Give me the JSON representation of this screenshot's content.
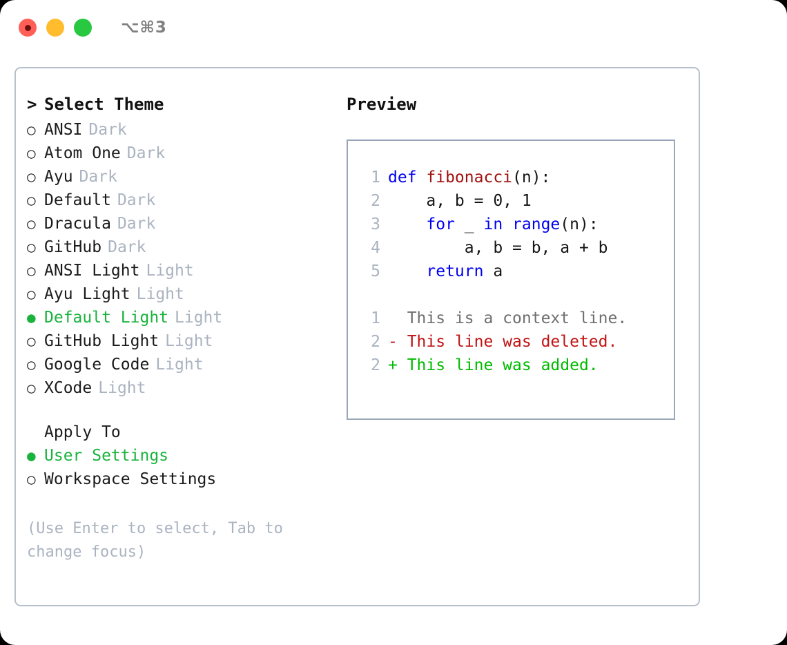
{
  "window": {
    "title": "⌥⌘3",
    "controls": [
      {
        "name": "close",
        "color": "#ff5f57"
      },
      {
        "name": "minimize",
        "color": "#ffbd2e"
      },
      {
        "name": "maximize",
        "color": "#28c840"
      }
    ]
  },
  "theme_picker": {
    "caret": ">",
    "heading": "Select Theme",
    "bullet_selected": "●",
    "bullet_unselected": "○",
    "items": [
      {
        "label": "ANSI",
        "tag": "Dark",
        "selected": false
      },
      {
        "label": "Atom One",
        "tag": "Dark",
        "selected": false
      },
      {
        "label": "Ayu",
        "tag": "Dark",
        "selected": false
      },
      {
        "label": "Default",
        "tag": "Dark",
        "selected": false
      },
      {
        "label": "Dracula",
        "tag": "Dark",
        "selected": false
      },
      {
        "label": "GitHub",
        "tag": "Dark",
        "selected": false
      },
      {
        "label": "ANSI Light",
        "tag": "Light",
        "selected": false
      },
      {
        "label": "Ayu Light",
        "tag": "Light",
        "selected": false
      },
      {
        "label": "Default Light",
        "tag": "Light",
        "selected": true
      },
      {
        "label": "GitHub Light",
        "tag": "Light",
        "selected": false
      },
      {
        "label": "Google Code",
        "tag": "Light",
        "selected": false
      },
      {
        "label": "XCode",
        "tag": "Light",
        "selected": false
      }
    ]
  },
  "apply_to": {
    "heading": "Apply To",
    "items": [
      {
        "label": "User Settings",
        "selected": true
      },
      {
        "label": "Workspace Settings",
        "selected": false
      }
    ]
  },
  "hint": "(Use Enter to select, Tab to change focus)",
  "preview": {
    "title": "Preview",
    "code_lines": [
      {
        "no": "1",
        "tokens": [
          {
            "t": "def ",
            "c": "kw"
          },
          {
            "t": "fibonacci",
            "c": "fn"
          },
          {
            "t": "(n):",
            "c": "plain"
          }
        ]
      },
      {
        "no": "2",
        "tokens": [
          {
            "t": "    a, b = 0, 1",
            "c": "plain"
          }
        ]
      },
      {
        "no": "3",
        "tokens": [
          {
            "t": "    ",
            "c": "plain"
          },
          {
            "t": "for",
            "c": "kw"
          },
          {
            "t": " _ ",
            "c": "plain"
          },
          {
            "t": "in",
            "c": "kw"
          },
          {
            "t": " ",
            "c": "plain"
          },
          {
            "t": "range",
            "c": "kw"
          },
          {
            "t": "(n):",
            "c": "plain"
          }
        ]
      },
      {
        "no": "4",
        "tokens": [
          {
            "t": "        a, b = b, a + b",
            "c": "plain"
          }
        ]
      },
      {
        "no": "5",
        "tokens": [
          {
            "t": "    ",
            "c": "plain"
          },
          {
            "t": "return",
            "c": "kw"
          },
          {
            "t": " a",
            "c": "plain"
          }
        ]
      }
    ],
    "diff_lines": [
      {
        "no": "1",
        "prefix": "  ",
        "text": "This is a context line.",
        "kind": "ctx"
      },
      {
        "no": "2",
        "prefix": "- ",
        "text": "This line was deleted.",
        "kind": "del"
      },
      {
        "no": "2",
        "prefix": "+ ",
        "text": "This line was added.",
        "kind": "add"
      }
    ]
  },
  "colors": {
    "accent_green": "#19b33d",
    "keyword_blue": "#0000ee",
    "function_red": "#a01010",
    "diff_delete": "#c01414",
    "diff_add": "#00bb00",
    "muted": "#aab3c0",
    "border": "#b6bfcc",
    "panel_border": "#9aa7b8"
  }
}
